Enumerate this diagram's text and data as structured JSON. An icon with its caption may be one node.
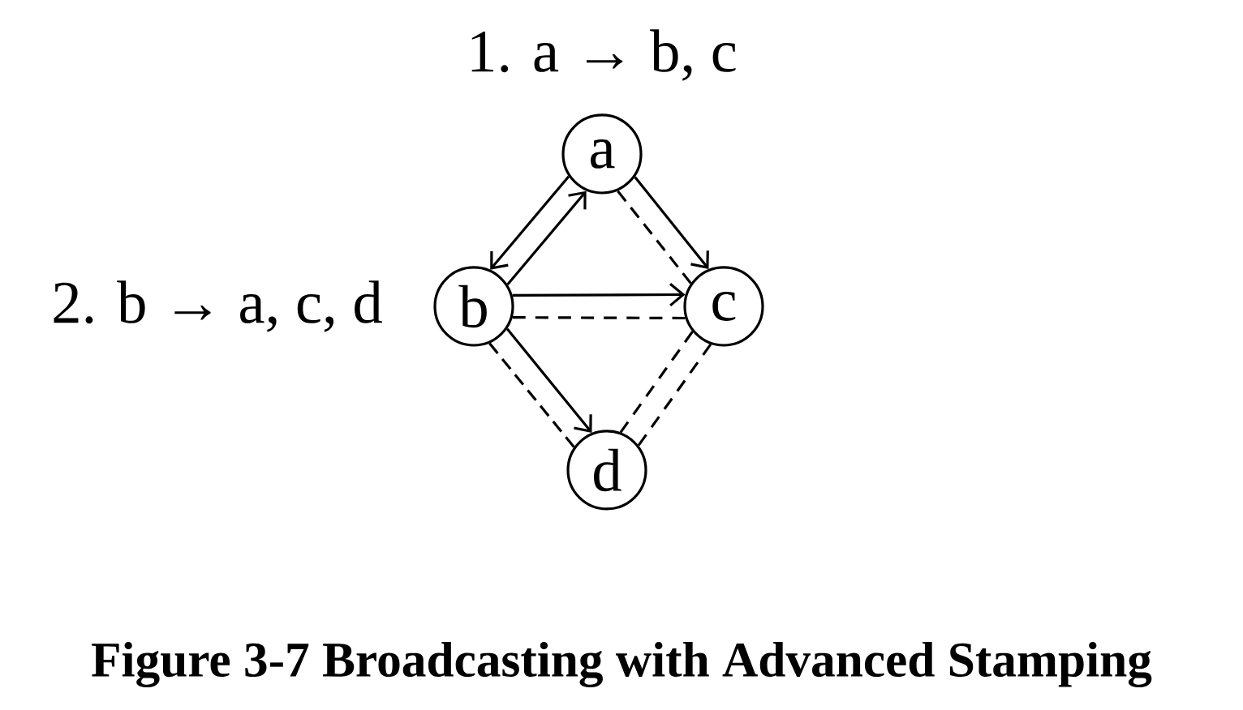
{
  "diagram": {
    "caption": "Figure 3-7 Broadcasting with Advanced Stamping",
    "nodes": [
      {
        "text": [
          "a"
        ],
        "beside": [
          "1. a → b, c"
        ]
      },
      {
        "text": [
          "b"
        ],
        "beside": [
          "2. b → a, c, d"
        ]
      },
      {
        "text": [
          "c"
        ]
      },
      {
        "text": [
          "d"
        ]
      }
    ],
    "edges": [
      {
        "from": 0,
        "to": 1,
        "arrow": "to"
      },
      {
        "from": 1,
        "to": 0,
        "arrow": "to"
      },
      {
        "from": 0,
        "to": 2,
        "arrow": "to"
      },
      {
        "from": 0,
        "to": 2,
        "arrow": "none",
        "style": "dashed"
      },
      {
        "from": 1,
        "to": 2,
        "arrow": "to"
      },
      {
        "from": 1,
        "to": 2,
        "arrow": "none",
        "style": "dashed"
      },
      {
        "from": 1,
        "to": 3,
        "arrow": "to"
      },
      {
        "from": 1,
        "to": 3,
        "arrow": "none",
        "style": "dashed"
      },
      {
        "from": 2,
        "to": 3,
        "arrow": "none",
        "style": "dashed"
      },
      {
        "from": 2,
        "to": 3,
        "arrow": "none",
        "style": "dashed"
      }
    ]
  }
}
